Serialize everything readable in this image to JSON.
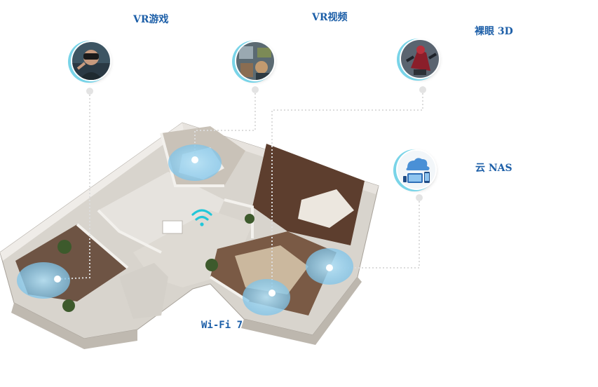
{
  "labels": {
    "vr_game": "VR游戏",
    "vr_video": "VR视频",
    "naked_eye_3d": "裸眼 3D",
    "cloud_nas": "云 NAS",
    "wifi": "Wi-Fi 7"
  },
  "icons": {
    "vr_game": "vr-headset-person-icon",
    "vr_video": "vr-video-scene-icon",
    "naked_eye_3d": "3d-character-icon",
    "cloud_nas": "cloud-storage-devices-icon",
    "wifi": "wifi-icon"
  },
  "colors": {
    "label": "#1d5fa8",
    "wifi_accent": "#22c7d9",
    "ring_accent": "#79d4e8"
  }
}
